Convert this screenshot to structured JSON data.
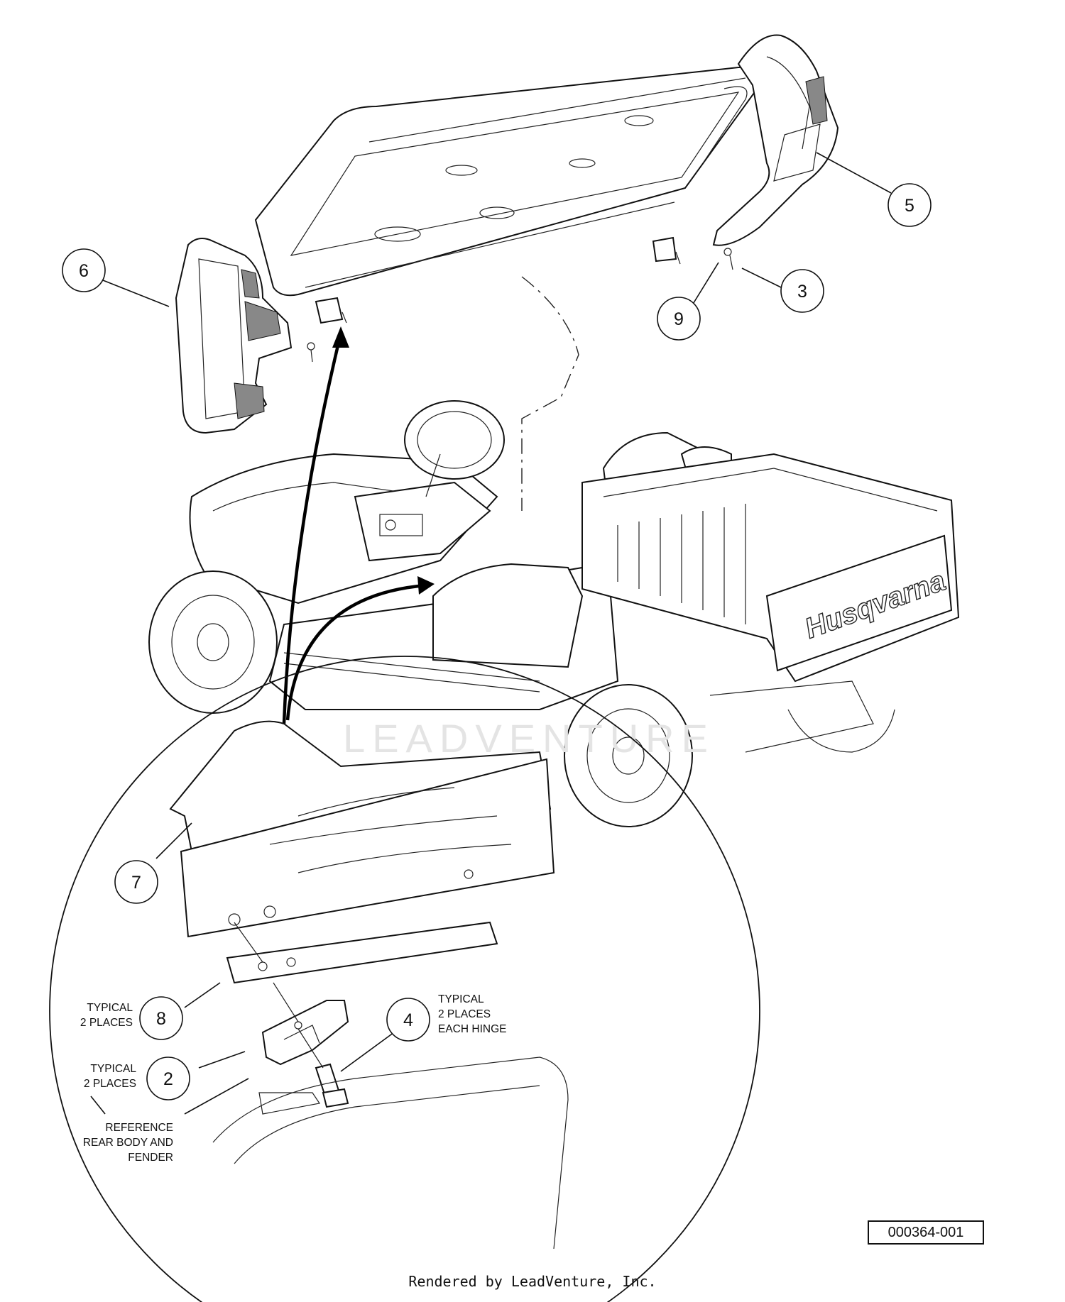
{
  "callouts": [
    {
      "number": "2"
    },
    {
      "number": "3"
    },
    {
      "number": "4"
    },
    {
      "number": "5"
    },
    {
      "number": "6"
    },
    {
      "number": "7"
    },
    {
      "number": "8"
    },
    {
      "number": "9"
    }
  ],
  "notes": {
    "typical_2_places": [
      "TYPICAL",
      "2 PLACES"
    ],
    "typical_2_places_each_hinge": [
      "TYPICAL",
      "2 PLACES",
      "EACH HINGE"
    ],
    "reference_rear_body": [
      "REFERENCE",
      "REAR BODY AND",
      "FENDER"
    ]
  },
  "brand_text": "Husqvarna",
  "watermark_text": "LEADVENTURE",
  "drawing_number": "000364-001",
  "footer_credit": "Rendered by LeadVenture, Inc."
}
